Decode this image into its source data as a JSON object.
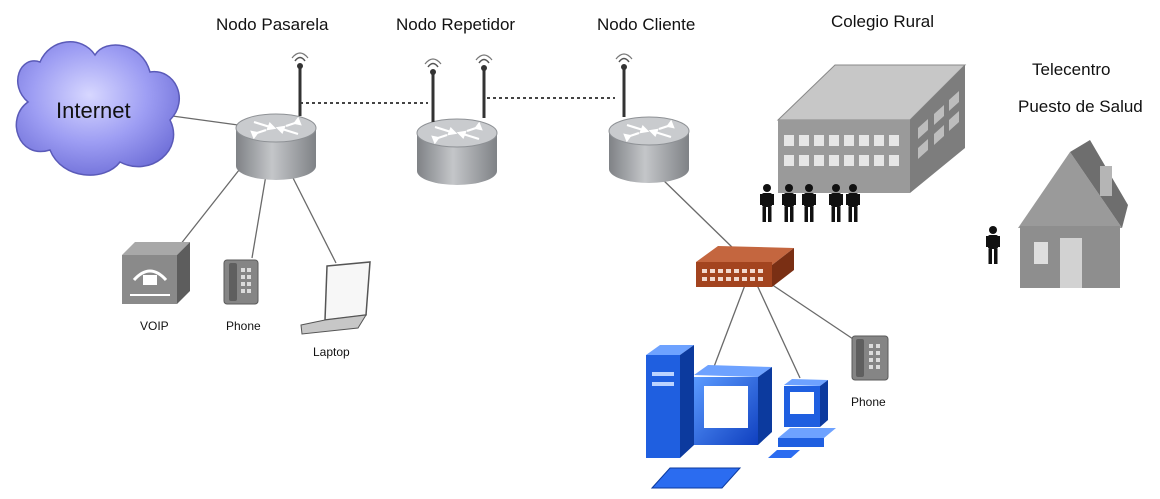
{
  "labels": {
    "internet": "Internet",
    "nodo_pasarela": "Nodo Pasarela",
    "nodo_repetidor": "Nodo Repetidor",
    "nodo_cliente": "Nodo Cliente",
    "colegio_rural": "Colegio Rural",
    "telecentro": "Telecentro",
    "puesto_de_salud": "Puesto de Salud",
    "voip": "VOIP",
    "phone_left": "Phone",
    "laptop": "Laptop",
    "phone_right": "Phone"
  },
  "colors": {
    "cloud": "#8f8ff0",
    "router": "#a9acb0",
    "building": "#8c8c8c",
    "switch": "#a3441f",
    "computer": "#1f5fe0",
    "link": "#666666"
  },
  "icons": [
    "cloud-icon",
    "router-icon",
    "antenna-icon",
    "building-icon",
    "person-icon",
    "house-icon",
    "switch-icon",
    "ip-phone-icon",
    "telephone-icon",
    "laptop-icon",
    "desktop-computer-icon"
  ]
}
